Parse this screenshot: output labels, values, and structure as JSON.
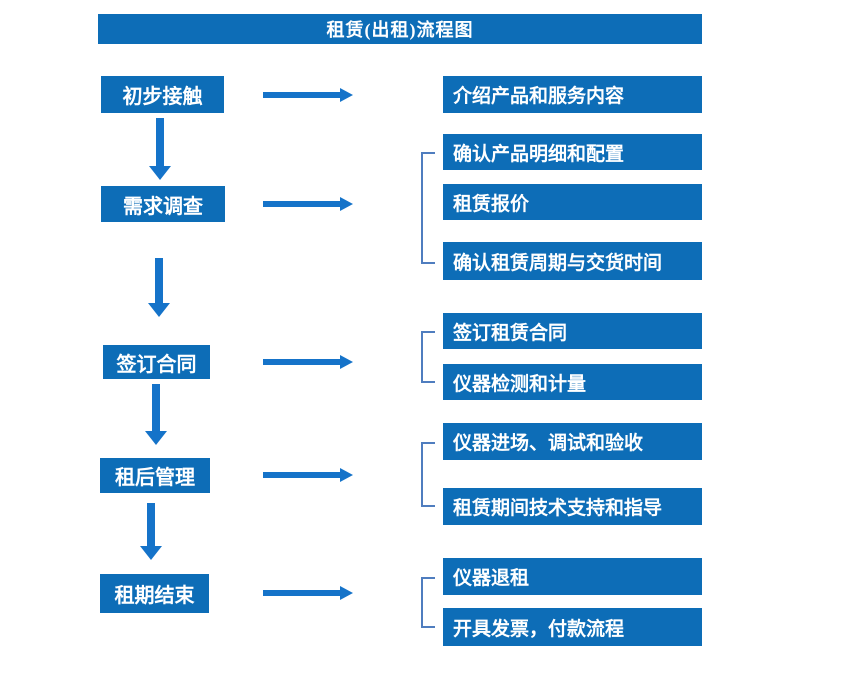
{
  "title": "租赁(出租)流程图",
  "colors": {
    "box_blue": "#0d6db7",
    "arrow_blue": "#1573c9",
    "bracket_blue": "#4f7dbf",
    "text_white": "#ffffff",
    "background": "#ffffff"
  },
  "flow": {
    "steps": [
      {
        "label": "初步接触",
        "details": [
          "介绍产品和服务内容"
        ]
      },
      {
        "label": "需求调查",
        "details": [
          "确认产品明细和配置",
          "租赁报价",
          "确认租赁周期与交货时间"
        ]
      },
      {
        "label": "签订合同",
        "details": [
          "签订租赁合同",
          "仪器检测和计量"
        ]
      },
      {
        "label": "租后管理",
        "details": [
          "仪器进场、调试和验收",
          "租赁期间技术支持和指导"
        ]
      },
      {
        "label": "租期结束",
        "details": [
          "仪器退租",
          "开具发票，付款流程"
        ]
      }
    ]
  }
}
